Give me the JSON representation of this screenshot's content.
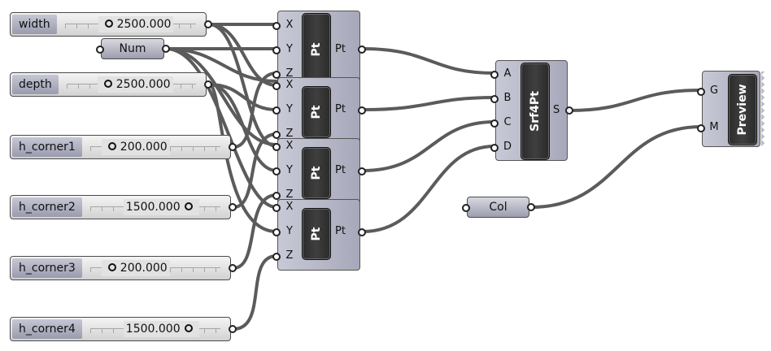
{
  "sliders": [
    {
      "id": "width",
      "label": "width",
      "value": "2500.000"
    },
    {
      "id": "depth",
      "label": "depth",
      "value": "2500.000"
    },
    {
      "id": "h_corner1",
      "label": "h_corner1",
      "value": "200.000"
    },
    {
      "id": "h_corner2",
      "label": "h_corner2",
      "value": "1500.000"
    },
    {
      "id": "h_corner3",
      "label": "h_corner3",
      "value": "200.000"
    },
    {
      "id": "h_corner4",
      "label": "h_corner4",
      "value": "1500.000"
    }
  ],
  "num": {
    "label": "Num"
  },
  "col": {
    "label": "Col"
  },
  "points": [
    {
      "inputs": [
        "X",
        "Y",
        "Z"
      ],
      "name": "Pt",
      "output": "Pt"
    },
    {
      "inputs": [
        "X",
        "Y",
        "Z"
      ],
      "name": "Pt",
      "output": "Pt"
    },
    {
      "inputs": [
        "X",
        "Y",
        "Z"
      ],
      "name": "Pt",
      "output": "Pt"
    },
    {
      "inputs": [
        "X",
        "Y",
        "Z"
      ],
      "name": "Pt",
      "output": "Pt"
    }
  ],
  "srf4pt": {
    "inputs": [
      "A",
      "B",
      "C",
      "D"
    ],
    "name": "Srf4Pt",
    "output": "S"
  },
  "preview": {
    "inputs": [
      "G",
      "M"
    ],
    "name": "Preview"
  },
  "colors": {
    "wire": "#5b5b5b",
    "component": "#b2b3c3",
    "dark": "#333333"
  }
}
